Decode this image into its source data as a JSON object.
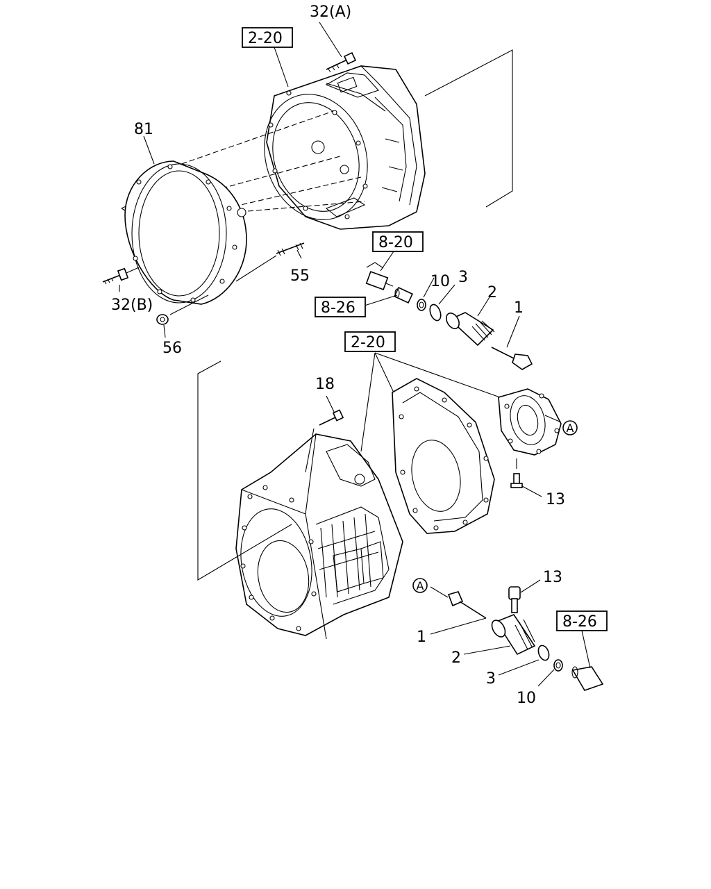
{
  "labels": {
    "n32a": "32(A)",
    "ref_2_20_top": "2-20",
    "n81": "81",
    "n32b": "32(B)",
    "n56": "56",
    "n55": "55",
    "ref_8_20": "8-20",
    "ref_8_26_top": "8-26",
    "n10_top": "10",
    "n3_top": "3",
    "n2_top": "2",
    "n1_top": "1",
    "ref_2_20_mid": "2-20",
    "n18": "18",
    "callout_a_right": "A",
    "n13_mid": "13",
    "callout_a_lower": "A",
    "n13_lower": "13",
    "ref_8_26_lower": "8-26",
    "n1_lower": "1",
    "n2_lower": "2",
    "n3_lower": "3",
    "n10_lower": "10"
  }
}
